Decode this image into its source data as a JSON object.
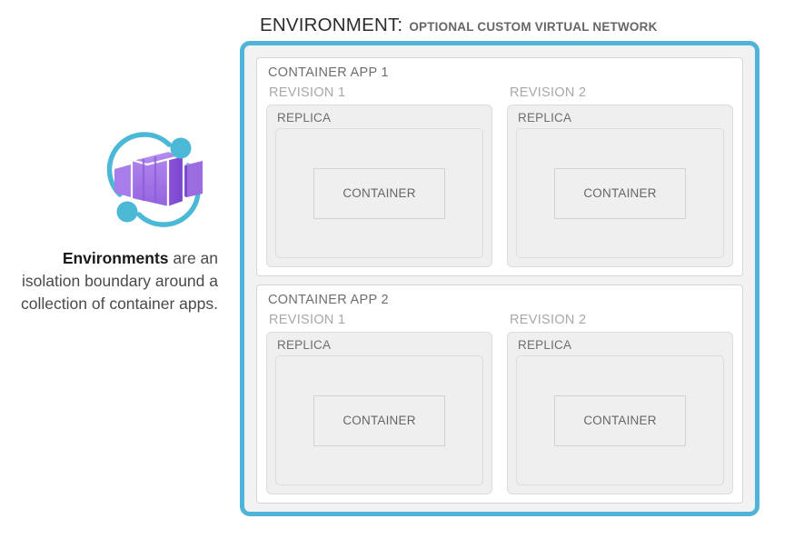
{
  "title": {
    "main": "ENVIRONMENT:",
    "sub": "OPTIONAL CUSTOM VIRTUAL NETWORK"
  },
  "caption": {
    "bold": "Environments",
    "rest": " are an isolation boundary around a collection of container apps."
  },
  "logo": {
    "name": "azure-container-apps-logo",
    "ring_color": "#4BB8D6",
    "box_color": "#9B6CE0",
    "box_color_dark": "#7E45D0",
    "box_color_light": "#AE86EA"
  },
  "colors": {
    "environment_border": "#4FB4D8",
    "environment_bg": "#F2F2F2",
    "app_bg": "#FFFFFF",
    "app_border": "#D6D6D6",
    "replica_bg": "#EFEFEF",
    "replica_border": "#DCDCDC",
    "app_title_color": "#6E6E6E",
    "revision_title_color": "#A8A8A8"
  },
  "apps": [
    {
      "label": "CONTAINER APP 1",
      "revisions": [
        {
          "label": "REVISION 1",
          "replica_label": "REPLICA",
          "container_label": "CONTAINER"
        },
        {
          "label": "REVISION 2",
          "replica_label": "REPLICA",
          "container_label": "CONTAINER"
        }
      ]
    },
    {
      "label": "CONTAINER APP 2",
      "revisions": [
        {
          "label": "REVISION 1",
          "replica_label": "REPLICA",
          "container_label": "CONTAINER"
        },
        {
          "label": "REVISION 2",
          "replica_label": "REPLICA",
          "container_label": "CONTAINER"
        }
      ]
    }
  ]
}
